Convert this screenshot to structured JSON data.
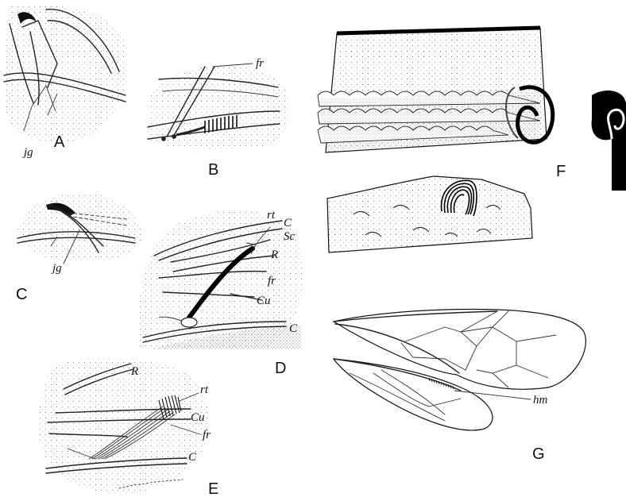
{
  "panels": {
    "A": {
      "letter": "A",
      "labels": {
        "jg": "jg"
      }
    },
    "B": {
      "letter": "B",
      "labels": {
        "fr": "fr"
      }
    },
    "C": {
      "letter": "C",
      "labels": {
        "jg": "jg"
      }
    },
    "D": {
      "letter": "D",
      "labels": {
        "rt": "rt",
        "C_top": "C",
        "Sc": "Sc",
        "R": "R",
        "fr": "fr",
        "Cu": "Cu",
        "C_bottom": "C"
      }
    },
    "E": {
      "letter": "E",
      "labels": {
        "R": "R",
        "rt": "rt",
        "Cu": "Cu",
        "fr": "fr",
        "C": "C"
      }
    },
    "F": {
      "letter": "F"
    },
    "G": {
      "letter": "G",
      "labels": {
        "hm": "hm"
      }
    }
  }
}
